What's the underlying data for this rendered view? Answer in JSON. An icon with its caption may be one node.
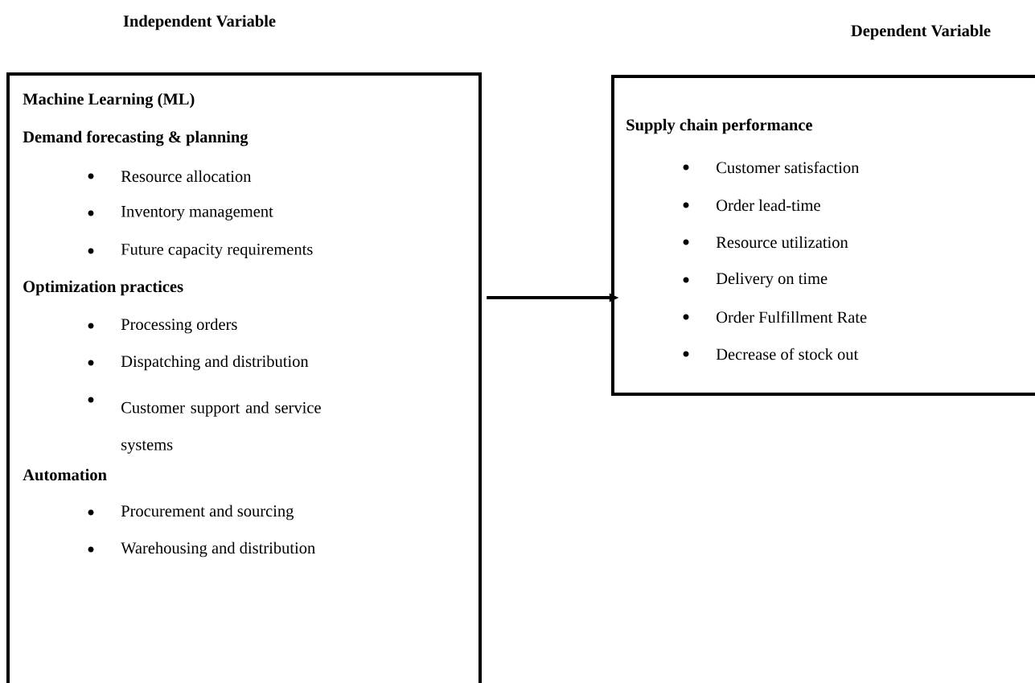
{
  "diagram": {
    "nodes": [
      {
        "text": [
          "Independent Variable",
          "Machine Learning (ML)",
          "Demand forecasting & planning",
          "Resource allocation",
          "Inventory management",
          "Future capacity requirements",
          "Optimization practices",
          "Processing orders",
          "Dispatching and distribution",
          "Customer support and service systems",
          "Automation",
          "Procurement and sourcing",
          "Warehousing and distribution"
        ]
      },
      {
        "text": [
          "Dependent Variable",
          "Supply chain performance",
          "Customer satisfaction",
          "Order lead-time",
          "Resource utilization",
          "Delivery on time",
          "Order Fulfillment Rate",
          "Decrease of stock out"
        ]
      }
    ],
    "edges": [
      {
        "from": 0,
        "to": 1,
        "arrow": "to"
      }
    ]
  }
}
